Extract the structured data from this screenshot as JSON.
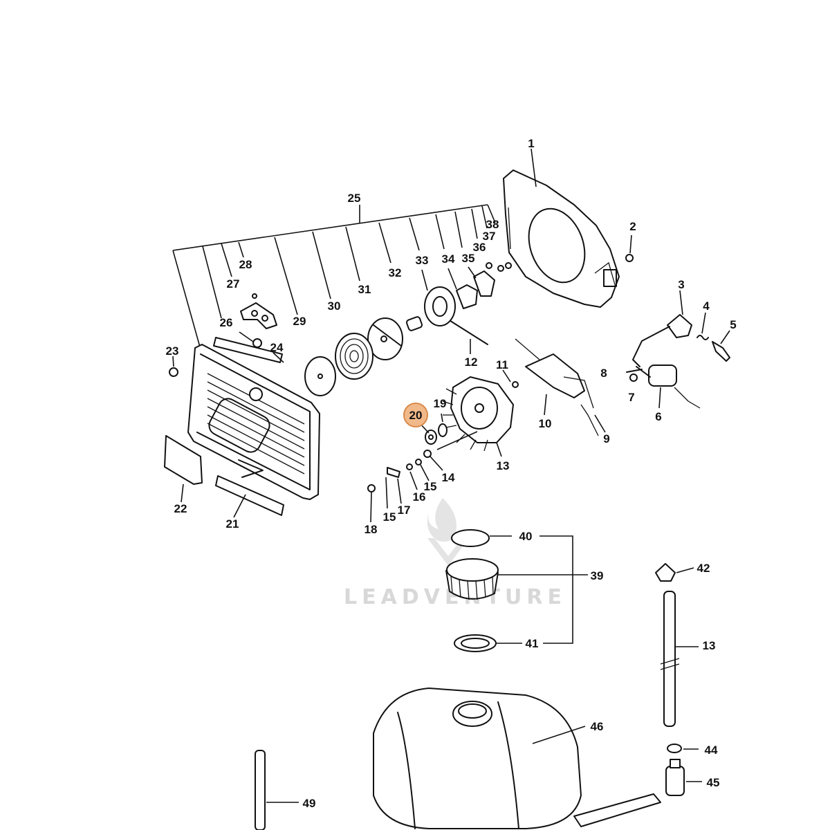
{
  "watermark": {
    "text": "LEADVENTURE"
  },
  "highlight": {
    "label": "20",
    "color": "#f1b98a"
  },
  "callouts": [
    {
      "id": "c1",
      "label": "1"
    },
    {
      "id": "c2",
      "label": "2"
    },
    {
      "id": "c3",
      "label": "3"
    },
    {
      "id": "c4",
      "label": "4"
    },
    {
      "id": "c5",
      "label": "5"
    },
    {
      "id": "c6",
      "label": "6"
    },
    {
      "id": "c7",
      "label": "7"
    },
    {
      "id": "c8",
      "label": "8"
    },
    {
      "id": "c9",
      "label": "9"
    },
    {
      "id": "c10",
      "label": "10"
    },
    {
      "id": "c11",
      "label": "11"
    },
    {
      "id": "c12",
      "label": "12"
    },
    {
      "id": "c13a",
      "label": "13"
    },
    {
      "id": "c13b",
      "label": "13"
    },
    {
      "id": "c14",
      "label": "14"
    },
    {
      "id": "c15a",
      "label": "15"
    },
    {
      "id": "c15b",
      "label": "15"
    },
    {
      "id": "c16",
      "label": "16"
    },
    {
      "id": "c17",
      "label": "17"
    },
    {
      "id": "c18",
      "label": "18"
    },
    {
      "id": "c19",
      "label": "19"
    },
    {
      "id": "c20",
      "label": "20"
    },
    {
      "id": "c21",
      "label": "21"
    },
    {
      "id": "c22",
      "label": "22"
    },
    {
      "id": "c23",
      "label": "23"
    },
    {
      "id": "c24",
      "label": "24"
    },
    {
      "id": "c25",
      "label": "25"
    },
    {
      "id": "c26",
      "label": "26"
    },
    {
      "id": "c27",
      "label": "27"
    },
    {
      "id": "c28",
      "label": "28"
    },
    {
      "id": "c29",
      "label": "29"
    },
    {
      "id": "c30",
      "label": "30"
    },
    {
      "id": "c31",
      "label": "31"
    },
    {
      "id": "c32",
      "label": "32"
    },
    {
      "id": "c33",
      "label": "33"
    },
    {
      "id": "c34",
      "label": "34"
    },
    {
      "id": "c35",
      "label": "35"
    },
    {
      "id": "c36",
      "label": "36"
    },
    {
      "id": "c37",
      "label": "37"
    },
    {
      "id": "c38",
      "label": "38"
    },
    {
      "id": "c39",
      "label": "39"
    },
    {
      "id": "c40",
      "label": "40"
    },
    {
      "id": "c41",
      "label": "41"
    },
    {
      "id": "c42",
      "label": "42"
    },
    {
      "id": "c44",
      "label": "44"
    },
    {
      "id": "c45",
      "label": "45"
    },
    {
      "id": "c46",
      "label": "46"
    },
    {
      "id": "c49",
      "label": "49"
    }
  ]
}
